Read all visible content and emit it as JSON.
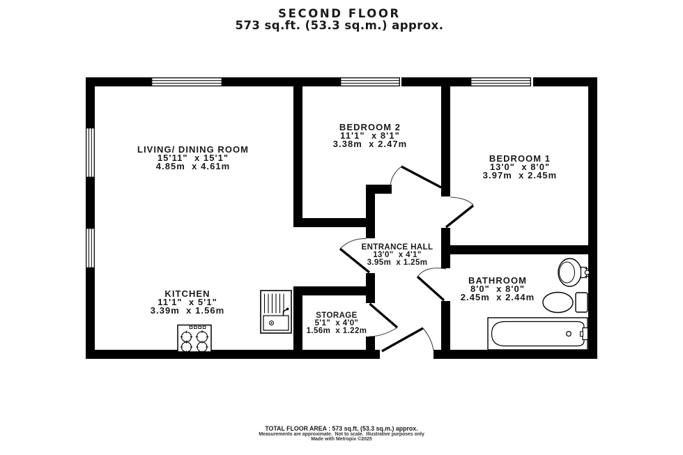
{
  "title": {
    "line1": "SECOND FLOOR",
    "line2": "573 sq.ft. (53.3 sq.m.) approx."
  },
  "rooms": {
    "living": {
      "name": "LIVING/ DINING ROOM",
      "imperial": "15'11\"  x 15'1\"",
      "metric": "4.85m  x 4.61m"
    },
    "bedroom2": {
      "name": "BEDROOM 2",
      "imperial": "11'1\"  x 8'1\"",
      "metric": "3.38m  x 2.47m"
    },
    "bedroom1": {
      "name": "BEDROOM 1",
      "imperial": "13'0\"  x 8'0\"",
      "metric": "3.97m  x 2.45m"
    },
    "hall": {
      "name": "ENTRANCE HALL",
      "imperial": "13'0\"  x 4'1\"",
      "metric": "3.95m  x 1.25m"
    },
    "kitchen": {
      "name": "KITCHEN",
      "imperial": "11'1\"  x 5'1\"",
      "metric": "3.39m  x 1.56m"
    },
    "storage": {
      "name": "STORAGE",
      "imperial": "5'1\"  x 4'0\"",
      "metric": "1.56m  x 1.22m"
    },
    "bathroom": {
      "name": "BATHROOM",
      "imperial": "8'0\"  x 8'0\"",
      "metric": "2.45m  x 2.44m"
    }
  },
  "footer": {
    "line1": "TOTAL FLOOR AREA : 573 sq.ft. (53.3 sq.m.) approx.",
    "line2": "Measurements are approximate.  Not to scale.  Illustrative purposes only",
    "line3": "Made with Metropix ©2025"
  },
  "fixtures": {
    "bathtub": "bathtub",
    "toilet": "toilet",
    "bathroom_sink": "sink",
    "kitchen_sink": "kitchen-sink",
    "stove": "stove"
  },
  "colors": {
    "wall": "#000000",
    "background": "#ffffff",
    "text": "#1a1a1a"
  }
}
